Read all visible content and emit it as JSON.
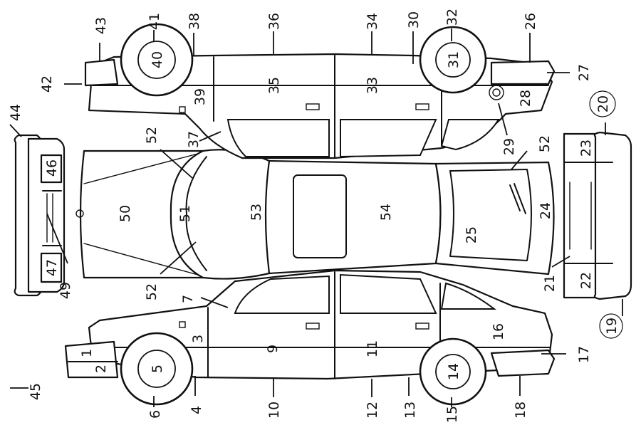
{
  "labels": [
    {
      "id": "1",
      "text": "1"
    },
    {
      "id": "2",
      "text": "2"
    },
    {
      "id": "3",
      "text": "3"
    },
    {
      "id": "4",
      "text": "4"
    },
    {
      "id": "5",
      "text": "5"
    },
    {
      "id": "6",
      "text": "6"
    },
    {
      "id": "7",
      "text": "7"
    },
    {
      "id": "9",
      "text": "9"
    },
    {
      "id": "10",
      "text": "10"
    },
    {
      "id": "11",
      "text": "11"
    },
    {
      "id": "12",
      "text": "12"
    },
    {
      "id": "13",
      "text": "13"
    },
    {
      "id": "14",
      "text": "14"
    },
    {
      "id": "15",
      "text": "15"
    },
    {
      "id": "16",
      "text": "16"
    },
    {
      "id": "17",
      "text": "17"
    },
    {
      "id": "18",
      "text": "18"
    },
    {
      "id": "19",
      "text": "19"
    },
    {
      "id": "20",
      "text": "20"
    },
    {
      "id": "21",
      "text": "21"
    },
    {
      "id": "22",
      "text": "22"
    },
    {
      "id": "23",
      "text": "23"
    },
    {
      "id": "24",
      "text": "24"
    },
    {
      "id": "25",
      "text": "25"
    },
    {
      "id": "26",
      "text": "26"
    },
    {
      "id": "27",
      "text": "27"
    },
    {
      "id": "28",
      "text": "28"
    },
    {
      "id": "29",
      "text": "29"
    },
    {
      "id": "30",
      "text": "30"
    },
    {
      "id": "31",
      "text": "31"
    },
    {
      "id": "32",
      "text": "32"
    },
    {
      "id": "33",
      "text": "33"
    },
    {
      "id": "34",
      "text": "34"
    },
    {
      "id": "35",
      "text": "35"
    },
    {
      "id": "36",
      "text": "36"
    },
    {
      "id": "37",
      "text": "37"
    },
    {
      "id": "38",
      "text": "38"
    },
    {
      "id": "39",
      "text": "39"
    },
    {
      "id": "40",
      "text": "40"
    },
    {
      "id": "41",
      "text": "41"
    },
    {
      "id": "42",
      "text": "42"
    },
    {
      "id": "43",
      "text": "43"
    },
    {
      "id": "44",
      "text": "44"
    },
    {
      "id": "45",
      "text": "45"
    },
    {
      "id": "46",
      "text": "46"
    },
    {
      "id": "47",
      "text": "47"
    },
    {
      "id": "49",
      "text": "49"
    },
    {
      "id": "50",
      "text": "50"
    },
    {
      "id": "51",
      "text": "51"
    },
    {
      "id": "52a",
      "text": "52"
    },
    {
      "id": "52b",
      "text": "52"
    },
    {
      "id": "52c",
      "text": "52"
    },
    {
      "id": "53",
      "text": "53"
    },
    {
      "id": "54",
      "text": "54"
    }
  ]
}
